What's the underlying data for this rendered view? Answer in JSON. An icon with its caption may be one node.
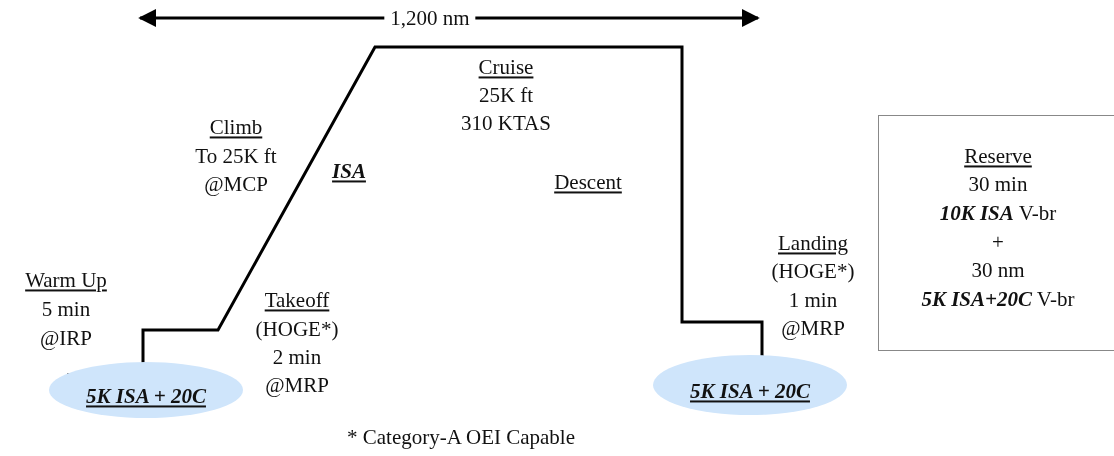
{
  "diagram": {
    "nodes": [
      {
        "text": [
          "5K ISA + 20C"
        ]
      },
      {
        "text": [
          "5K ISA + 20C"
        ]
      },
      {
        "text": [
          "Reserve",
          "30 min",
          "**10K ISA** V-br",
          "+",
          "30 nm",
          "**5K ISA+20C** V-br"
        ]
      }
    ],
    "edges": [
      {
        "from": 0,
        "to": 1,
        "arrow": "none"
      }
    ],
    "labels": [
      "1,200 nm",
      "Cruise",
      "25K ft",
      "310 KTAS",
      "Climb",
      "To 25K ft",
      "@MCP",
      "ISA",
      "Descent",
      "Landing",
      "(HOGE*)",
      "1 min",
      "@MRP",
      "Warm Up",
      "5 min",
      "@IRP",
      "Takeoff",
      "(HOGE*)",
      "2 min",
      "@MRP",
      "* Category-A OEI Capable"
    ]
  }
}
